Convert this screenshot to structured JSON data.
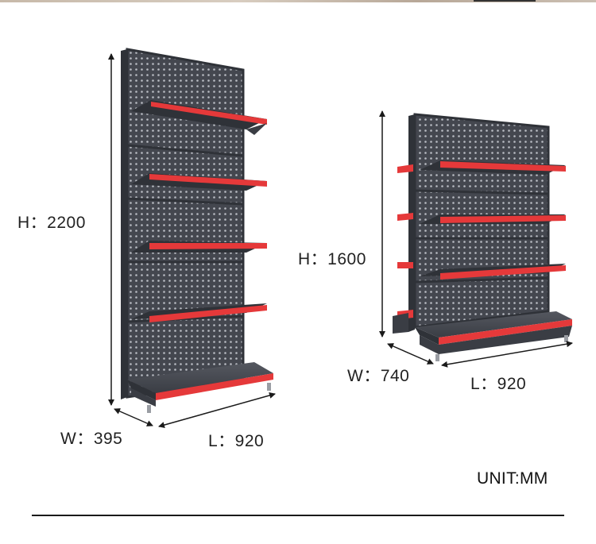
{
  "shelf_tall": {
    "height_label": "H：2200",
    "width_label": "W：395",
    "length_label": "L：920",
    "shelf_levels": 4
  },
  "shelf_short": {
    "height_label": "H：1600",
    "width_label": "W：740",
    "length_label": "L：920",
    "shelf_levels": 3
  },
  "unit_label": "UNIT:MM",
  "colors": {
    "frame": "#3c3f47",
    "panel": "#4a4d55",
    "shelf_red": "#e5393a",
    "shelf_dark": "#2f3238",
    "line": "#1a1a1a"
  }
}
